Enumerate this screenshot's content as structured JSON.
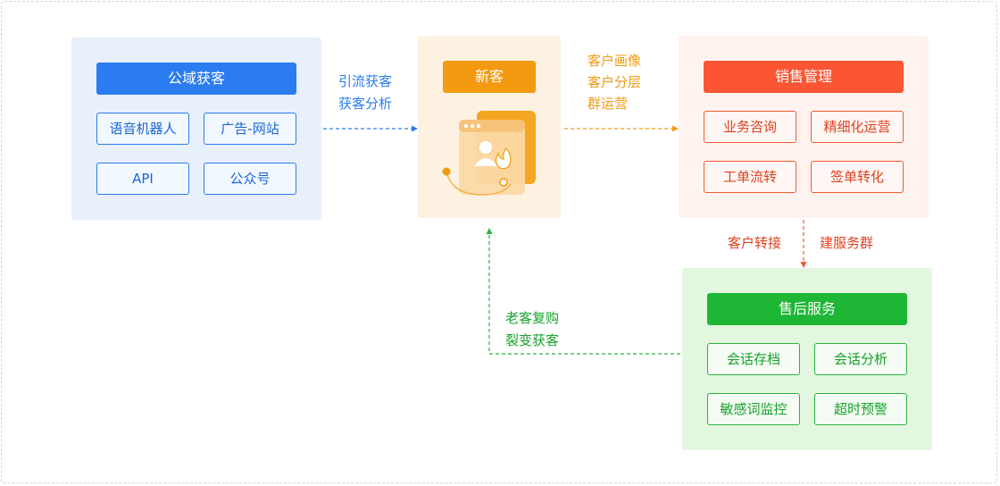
{
  "public_domain": {
    "title": "公域获客",
    "items": [
      "语音机器人",
      "广告-网站",
      "API",
      "公众号"
    ]
  },
  "new_customer": {
    "title": "新客",
    "illustration": "customer-flame-window-icon"
  },
  "sales": {
    "title": "销售管理",
    "items": [
      "业务咨询",
      "精细化运营",
      "工单流转",
      "签单转化"
    ]
  },
  "after_sales": {
    "title": "售后服务",
    "items": [
      "会话存档",
      "会话分析",
      "敏感词监控",
      "超时预警"
    ]
  },
  "flows": {
    "public_to_new": [
      "引流获客",
      "获客分析"
    ],
    "new_to_sales": [
      "客户画像",
      "客户分层",
      "群运营"
    ],
    "sales_to_after_left": "客户转接",
    "sales_to_after_right": "建服务群",
    "after_to_new": [
      "老客复购",
      "裂变获客"
    ]
  },
  "colors": {
    "blue": "#2b7cf0",
    "orange": "#f39a11",
    "red": "#fb5533",
    "green": "#1db735"
  }
}
